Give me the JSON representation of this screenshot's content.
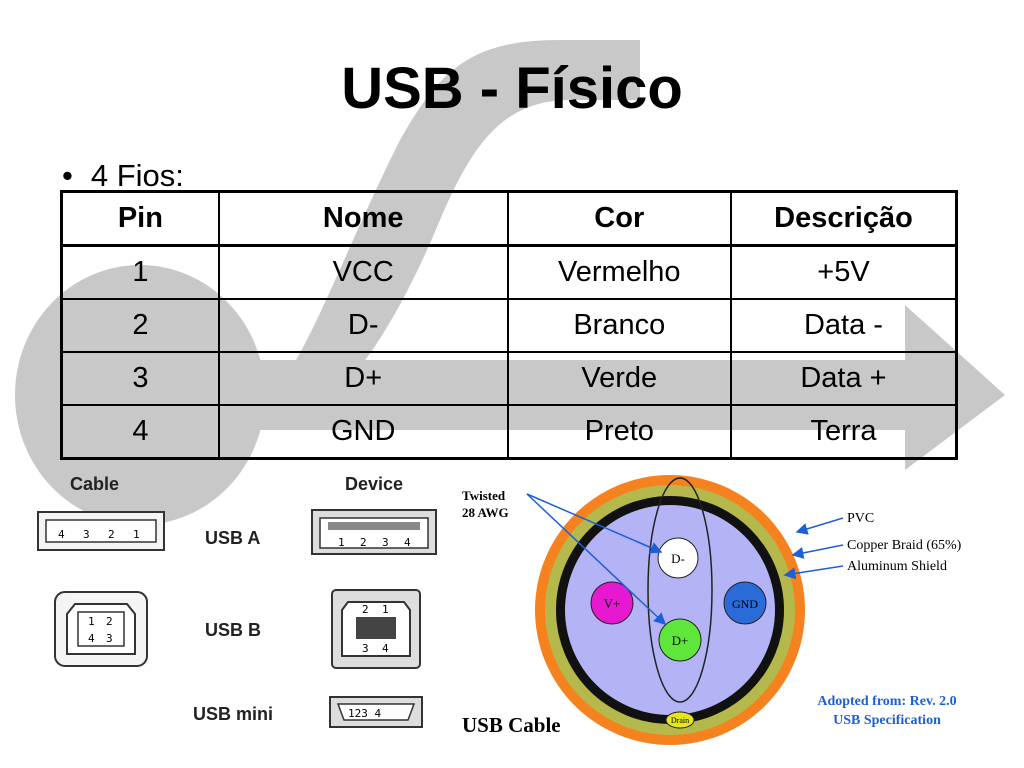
{
  "title": "USB - Físico",
  "bullet": {
    "symbol": "•",
    "text": "4 Fios:"
  },
  "table": {
    "headers": [
      "Pin",
      "Nome",
      "Cor",
      "Descrição"
    ],
    "rows": [
      [
        "1",
        "VCC",
        "Vermelho",
        "+5V"
      ],
      [
        "2",
        "D-",
        "Branco",
        "Data -"
      ],
      [
        "3",
        "D+",
        "Verde",
        "Data +"
      ],
      [
        "4",
        "GND",
        "Preto",
        "Terra"
      ]
    ]
  },
  "connectors": {
    "cable_label": "Cable",
    "device_label": "Device",
    "types": [
      "USB A",
      "USB B",
      "USB mini"
    ],
    "usb_a_cable_pins": [
      "4",
      "3",
      "2",
      "1"
    ],
    "usb_a_device_pins": [
      "1",
      "2",
      "3",
      "4"
    ],
    "usb_b_cable_pins": [
      "1",
      "2",
      "4",
      "3"
    ],
    "usb_b_device_pins": [
      "2",
      "1",
      "3",
      "4"
    ],
    "usb_mini_pins": "123 4"
  },
  "cable_diagram": {
    "twisted_label_1": "Twisted",
    "twisted_label_2": "28 AWG",
    "pvc": "PVC",
    "braid": "Copper Braid (65%)",
    "shield": "Aluminum Shield",
    "wires": {
      "dminus": "D-",
      "vplus": "V+",
      "gnd": "GND",
      "dplus": "D+",
      "drain": "Drain"
    },
    "caption": "USB Cable",
    "adopted_1": "Adopted from: Rev.  2.0",
    "adopted_2": "USB Specification",
    "colors": {
      "pvc": "#f5821f",
      "braid": "#b5b84a",
      "shield": "#111111",
      "core": "#b3b3f5",
      "vplus": "#e619d1",
      "gnd": "#2a6bd8",
      "dplus": "#5ee63a",
      "drain": "#e6e619",
      "annotation": "#1e5fd6"
    }
  }
}
